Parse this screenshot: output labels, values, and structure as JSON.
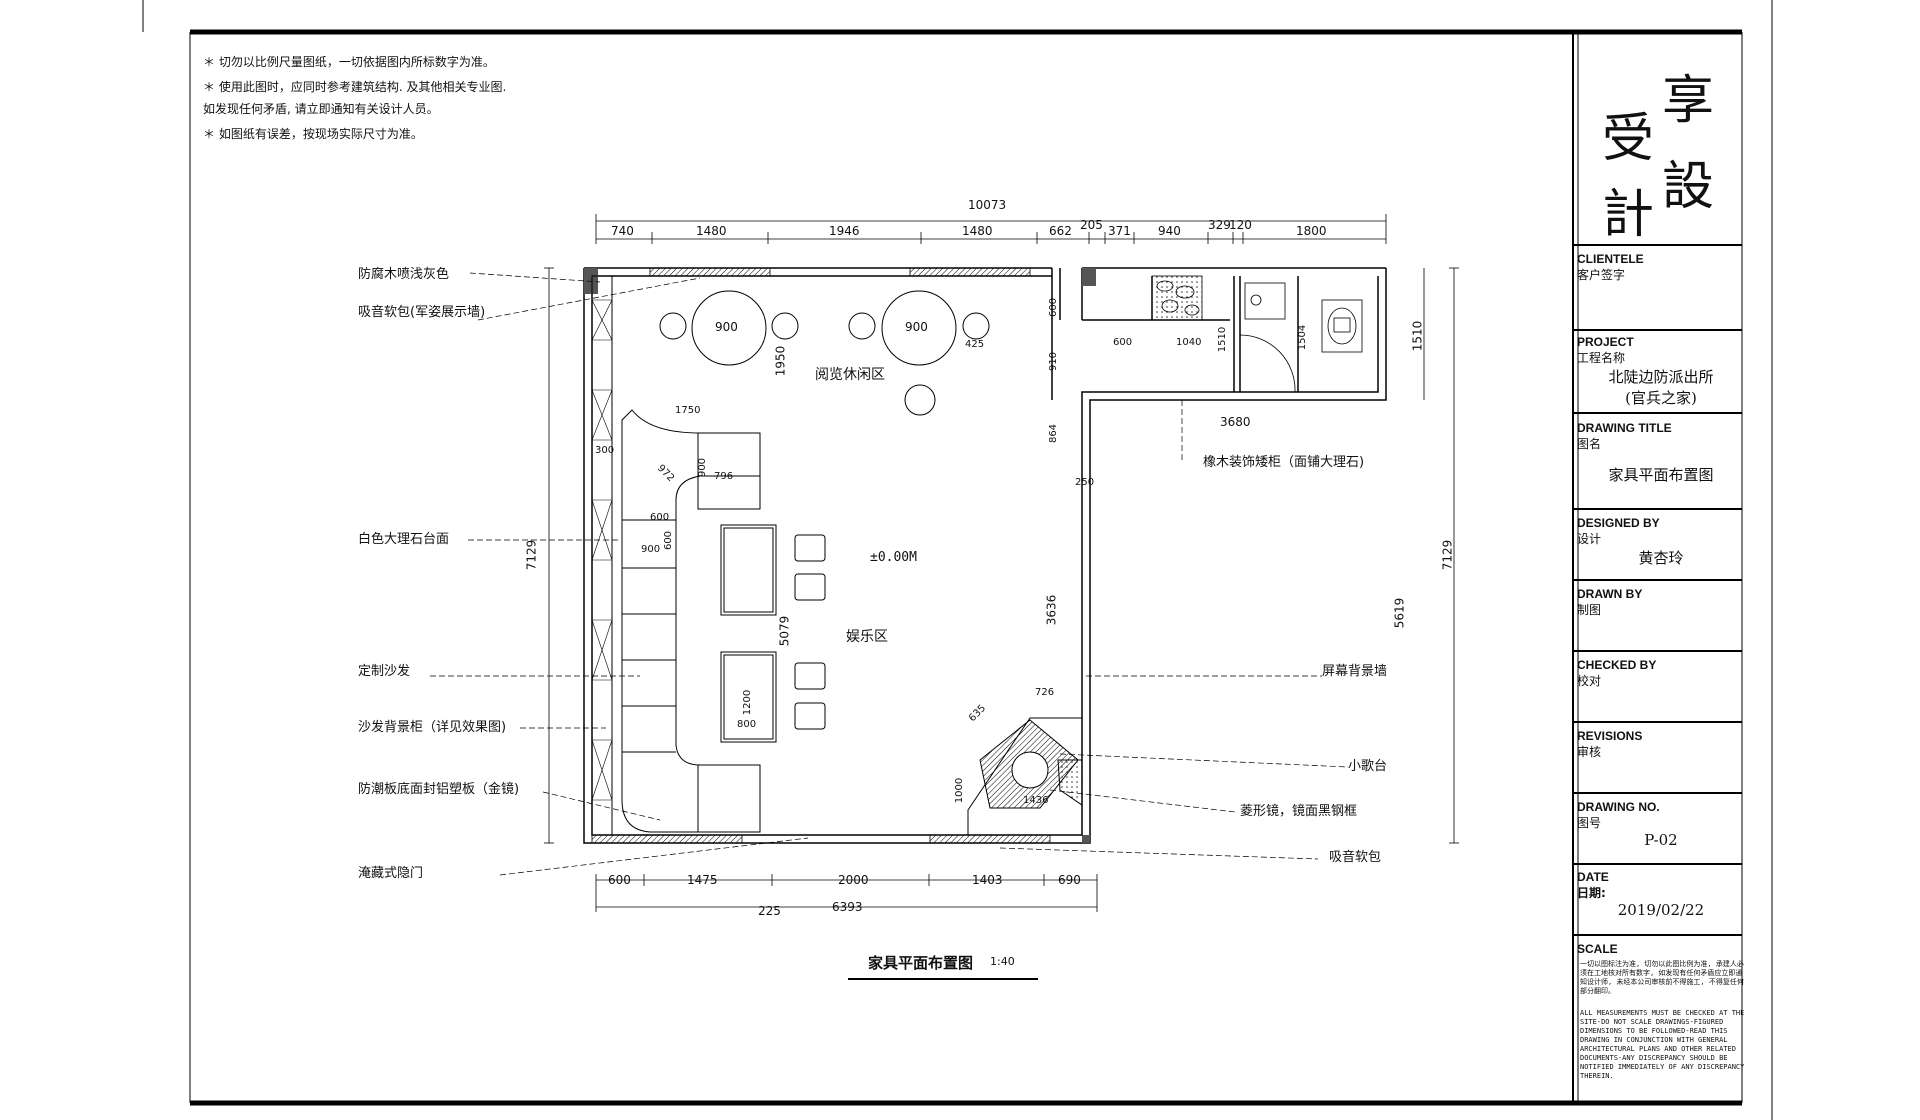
{
  "notes": [
    "＊ 切勿以比例尺量图纸，一切依据图内所标数字为准。",
    "＊ 使用此图时，应同时参考建筑结构. 及其他相关专业图.",
    "   如发现任何矛盾, 请立即通知有关设计人员。",
    "＊ 如图纸有误差，按现场实际尺寸为准。"
  ],
  "logo": {
    "c1": "享",
    "c2": "受",
    "c3": "設",
    "c4": "計"
  },
  "title_block": {
    "clientele_en": "CLIENTELE",
    "clientele_cn": "客户签字",
    "project_en": "PROJECT",
    "project_cn": "工程名称",
    "project_name1": "北陡边防派出所",
    "project_name2": "(官兵之家)",
    "drawing_title_en": "DRAWING TITLE",
    "drawing_title_cn": "图名",
    "drawing_title_value": "家具平面布置图",
    "designed_en": "DESIGNED BY",
    "designed_cn": "设计",
    "designed_value": "黄杏玲",
    "drawn_en": "DRAWN BY",
    "drawn_cn": "制图",
    "checked_en": "CHECKED BY",
    "checked_cn": "校对",
    "revisions_en": "REVISIONS",
    "revisions_cn": "审核",
    "drawing_no_en": "DRAWING NO.",
    "drawing_no_cn": "图号",
    "drawing_no_value": "P-02",
    "date_en": "DATE",
    "date_cn": "日期:",
    "date_value": "2019/02/22",
    "scale_en": "SCALE",
    "scale_cn": "一切以图标注为准, 切勿以此图比例为准, 承建人必须在工地核对所有数字, 如发现有任何矛盾应立即通知设计师, 未经本公司审核前不得施工, 不得复任何部分翻印。",
    "scale_text": "ALL MEASUREMENTS MUST BE CHECKED AT THE SITE-DO NOT SCALE DRAWINGS-FIGURED DIMENSIONS TO BE FOLLOWED-READ THIS DRAWING IN CONJUNCTION WITH GENERAL ARCHITECTURAL PLANS AND OTHER RELATED DOCUMENTS-ANY DISCREPANCY SHOULD BE NOTIFIED IMMEDIATELY OF ANY DISCREPANCY THEREIN."
  },
  "plan": {
    "title": "家具平面布置图",
    "scale": "1:40",
    "zones": {
      "reading": "阅览休闲区",
      "entertainment": "娱乐区",
      "level": "±0.00M"
    },
    "left_labels": [
      "防腐木喷浅灰色",
      "吸音软包(军姿展示墙)",
      "白色大理石台面",
      "定制沙发",
      "沙发背景柜（详见效果图)",
      "防潮板底面封铝塑板（金镜)",
      "淹藏式隐门"
    ],
    "right_labels": [
      "橡木装饰矮柜（面铺大理石)",
      "屏幕背景墙",
      "小歌台",
      "菱形镜，镜面黑钢框",
      "吸音软包"
    ],
    "top_total": "10073",
    "top_dims": [
      "740",
      "1480",
      "1946",
      "1480",
      "662",
      "205",
      "371",
      "940",
      "329",
      "120",
      "1800"
    ],
    "bottom_dims": [
      "600",
      "1475",
      "2000",
      "1403",
      "690"
    ],
    "bottom_total": "6393",
    "bottom_extra": "225",
    "left_total": "7129",
    "right_total": "7129",
    "right_5619": "5619",
    "right_1510": "1510",
    "inner_dims": {
      "d900a": "900",
      "d900b": "900",
      "d425": "425",
      "d1950": "1950",
      "d1750": "1750",
      "d300": "300",
      "d972": "972",
      "d900c": "900",
      "d796": "796",
      "d600a": "600",
      "d600b": "600",
      "d900d": "900",
      "d5079": "5079",
      "d1200": "1200",
      "d800": "800",
      "d600c": "600",
      "d910": "910",
      "d864": "864",
      "d250": "250",
      "d3636": "3636",
      "d726": "726",
      "d635": "635",
      "d1000": "1000",
      "d1436": "1436",
      "d600d": "600",
      "d1040": "1040",
      "d1510b": "1510",
      "d1504": "1504",
      "d3680": "3680"
    }
  }
}
